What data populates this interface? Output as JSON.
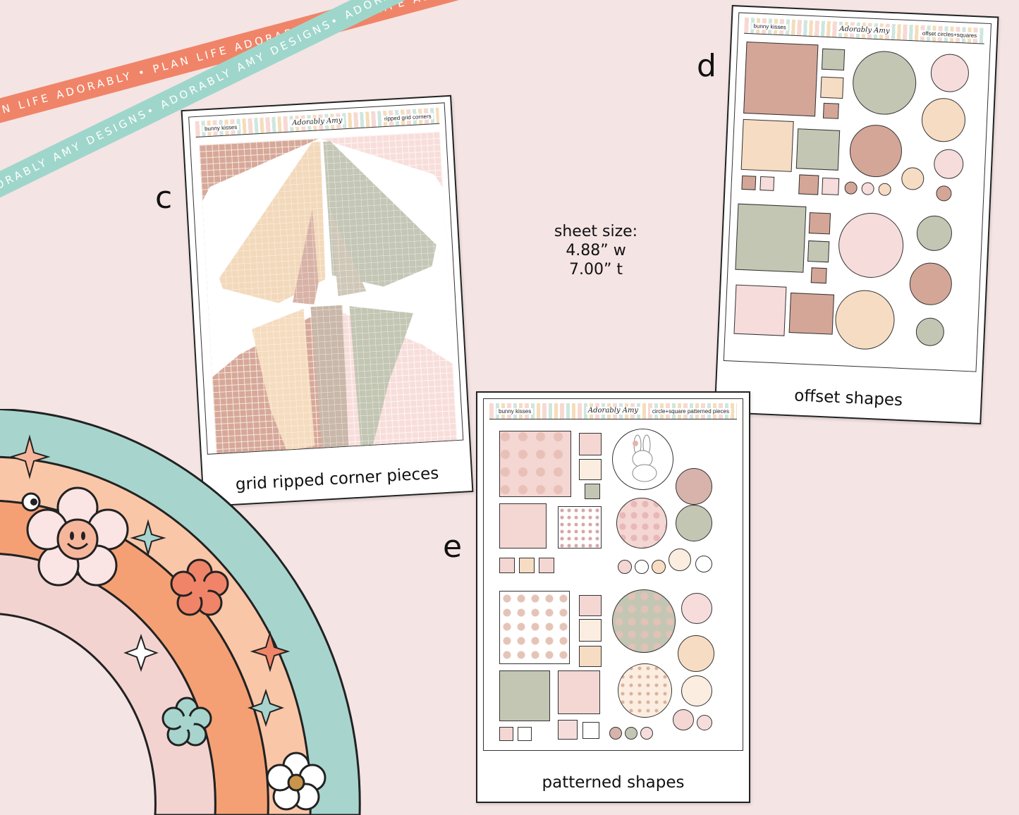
{
  "ribbons": {
    "orange_text": "PLAN LIFE ADORABLY • PLAN LIFE ADORABLY • PLAN LIFE ADORABLY • PLAN LIFE ADORABLY •",
    "mint_text": "ADORABLY AMY DESIGNS• ADORABLY AMY DESIGNS• ADORABLY AMY DESIGNS• ADORABLY AMY DESIGNS•"
  },
  "letters": {
    "c": "c",
    "d": "d",
    "e": "e"
  },
  "sheet_size": {
    "line1": "sheet size:",
    "line2": "4.88” w",
    "line3": "7.00” t"
  },
  "sheets": {
    "c": {
      "kit": "bunny kisses",
      "brand": "Adorably Amy",
      "name": "ripped grid corners",
      "caption": "grid ripped corner pieces"
    },
    "d": {
      "kit": "bunny kisses",
      "brand": "Adorably Amy",
      "name": "offset circles+squares",
      "caption": "offset shapes"
    },
    "e": {
      "kit": "bunny kisses",
      "brand": "Adorably Amy",
      "name": "circle+square patterned pieces",
      "caption": "patterned shapes"
    }
  },
  "colors": {
    "background": "#f5e4e4",
    "terracotta": "#d2a493",
    "sage": "#c3c6b3",
    "peach": "#f6dcc2",
    "blush": "#f7dcdc",
    "rainbow_mint": "#a7d5cd",
    "rainbow_peach": "#f9c6a8",
    "rainbow_orange": "#f4a074",
    "rainbow_pink": "#f3d3d0"
  },
  "icons": [
    "sparkle-icon",
    "flower-icon",
    "smiley-flower-icon",
    "eye-icon",
    "star-icon"
  ]
}
